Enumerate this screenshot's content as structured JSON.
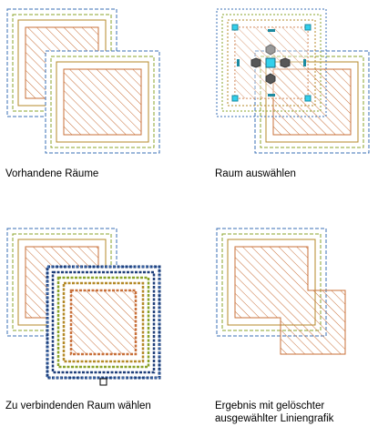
{
  "panels": [
    {
      "caption": "Vorhandene Räume"
    },
    {
      "caption": "Raum auswählen"
    },
    {
      "caption": "Zu verbindenden Raum wählen"
    },
    {
      "caption": "Ergebnis mit gelöschter\nausgewählter Liniengrafik"
    }
  ],
  "colors": {
    "blue": "#3a6fb4",
    "green": "#8aa32a",
    "olive": "#b48a28",
    "hatch": "#c8703a",
    "grip_cyan": "#33d0ec",
    "grip_gray": "#7f7f7f",
    "grip_dark": "#575757"
  }
}
